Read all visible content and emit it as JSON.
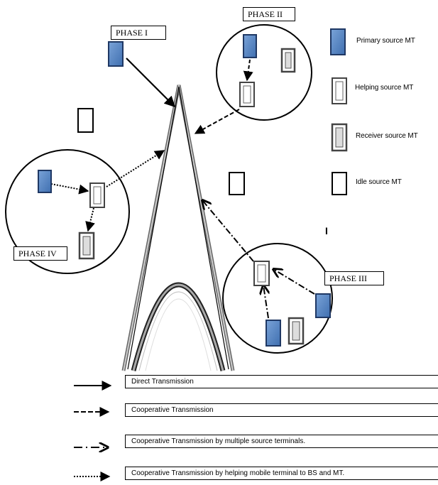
{
  "phases": {
    "phase1": "PHASE I",
    "phase2": "PHASE II",
    "phase3": "PHASE III",
    "phase4": "PHASE IV"
  },
  "legend": {
    "primary": "Primary source MT",
    "helping": "Helping source MT",
    "receiver": "Receiver source MT",
    "idle": "Idle source MT"
  },
  "transmissions": {
    "direct": "Direct Transmission",
    "cooperative": "Cooperative Transmission",
    "multiple": "Cooperative Transmission by multiple source terminals.",
    "helping": "Cooperative Transmission by helping mobile terminal to BS and MT."
  },
  "stray_mark": "I",
  "colors": {
    "primary_fill": "#4f81bd",
    "primary_stroke": "#1f3864"
  }
}
